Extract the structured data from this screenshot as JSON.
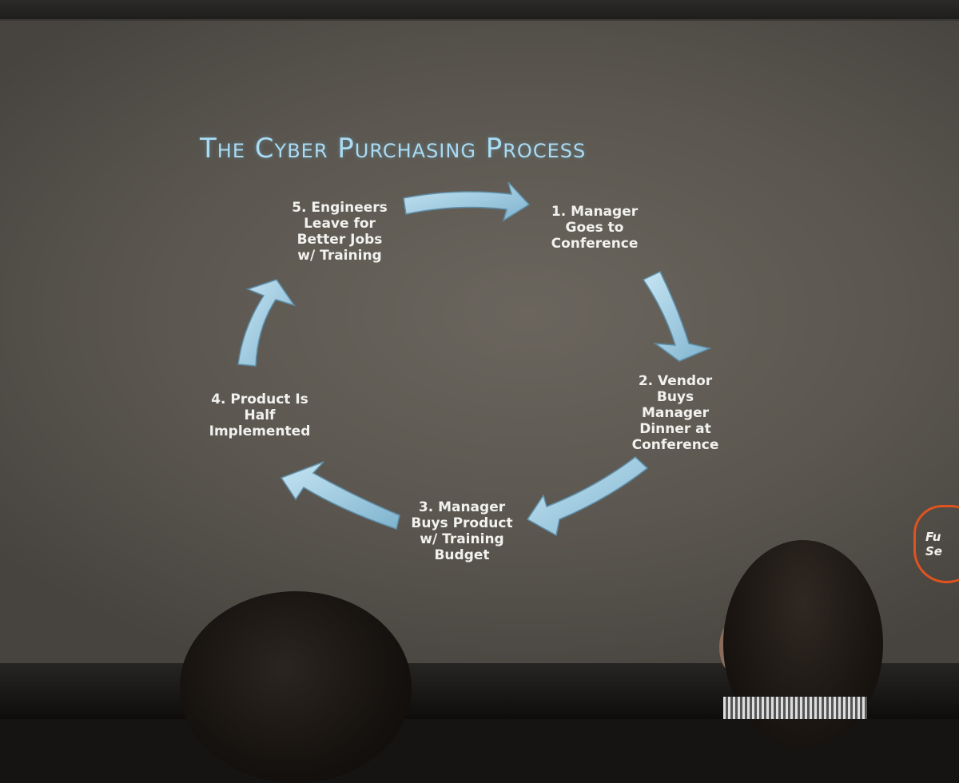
{
  "diagram": {
    "title": "The Cyber Purchasing Process",
    "steps": [
      "1. Manager\nGoes to\nConference",
      "2. Vendor\nBuys\nManager\nDinner at\nConference",
      "3. Manager\nBuys Product\nw/ Training\nBudget",
      "4. Product Is\nHalf\nImplemented",
      "5. Engineers\nLeave for\nBetter Jobs\nw/ Training"
    ]
  },
  "logo": {
    "text": "Fu\nSe"
  },
  "colors": {
    "title": "#a9dbf3",
    "arrow": "#9cc7de",
    "text": "#f1f1ee",
    "screen": "#5b5750",
    "logo_accent": "#e0531f"
  }
}
